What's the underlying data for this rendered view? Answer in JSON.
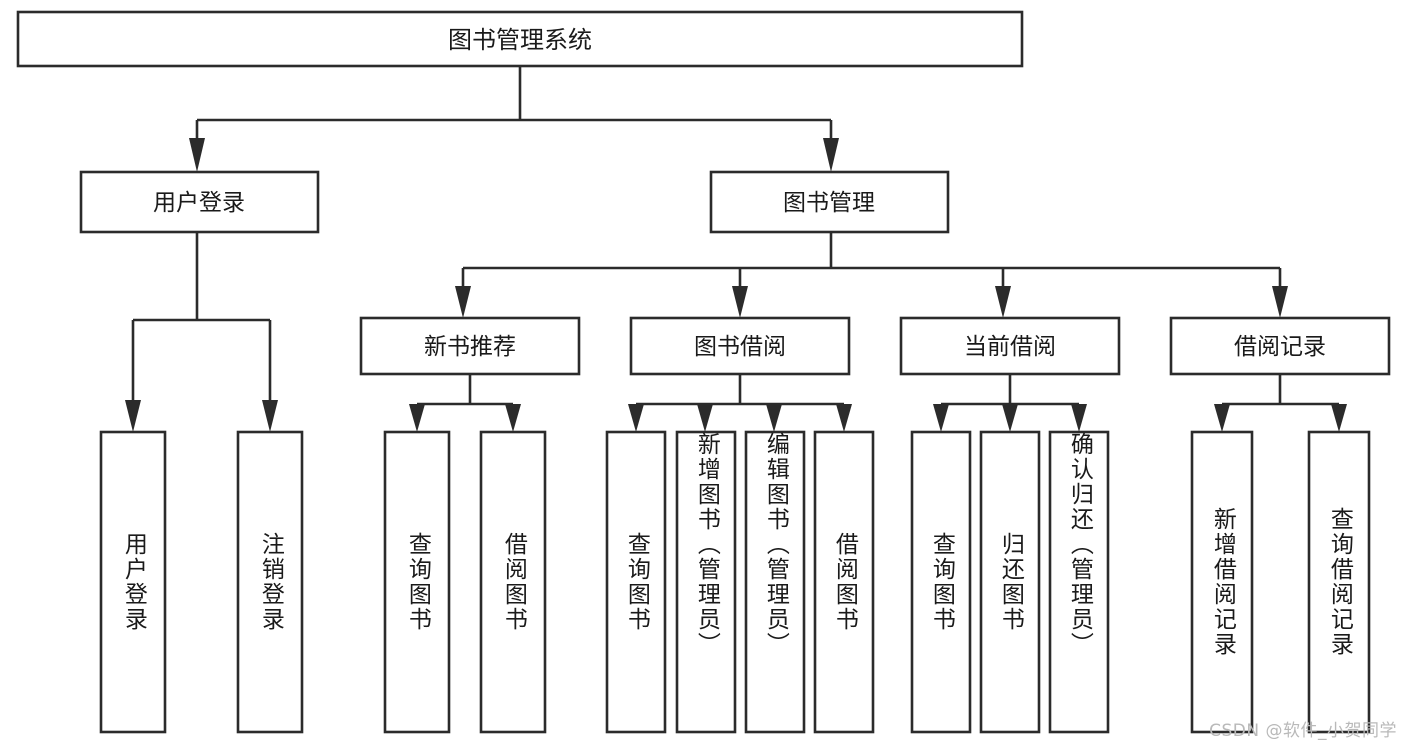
{
  "diagram": {
    "type": "tree-hierarchy-chart",
    "title_node": {
      "id": "root",
      "label": "图书管理系统"
    },
    "level2": [
      {
        "id": "user-login",
        "label": "用户登录"
      },
      {
        "id": "book-management",
        "label": "图书管理"
      }
    ],
    "level3": [
      {
        "id": "new-book-recommend",
        "label": "新书推荐",
        "parent": "book-management"
      },
      {
        "id": "book-borrow",
        "label": "图书借阅",
        "parent": "book-management"
      },
      {
        "id": "current-borrow",
        "label": "当前借阅",
        "parent": "book-management"
      },
      {
        "id": "borrow-record",
        "label": "借阅记录",
        "parent": "book-management"
      }
    ],
    "leaves": [
      {
        "id": "leaf-user-login",
        "label": "用户登录",
        "parent": "user-login"
      },
      {
        "id": "leaf-logout-login",
        "label": "注销登录",
        "parent": "user-login"
      },
      {
        "id": "leaf-query-book-1",
        "label": "查询图书",
        "parent": "new-book-recommend"
      },
      {
        "id": "leaf-borrow-book-1",
        "label": "借阅图书",
        "parent": "new-book-recommend"
      },
      {
        "id": "leaf-query-book-2",
        "label": "查询图书",
        "parent": "book-borrow"
      },
      {
        "id": "leaf-add-book",
        "label": "新增图书（管理员）",
        "parent": "book-borrow"
      },
      {
        "id": "leaf-edit-book",
        "label": "编辑图书（管理员）",
        "parent": "book-borrow"
      },
      {
        "id": "leaf-borrow-book-2",
        "label": "借阅图书",
        "parent": "book-borrow"
      },
      {
        "id": "leaf-query-book-3",
        "label": "查询图书",
        "parent": "current-borrow"
      },
      {
        "id": "leaf-return-book",
        "label": "归还图书",
        "parent": "current-borrow"
      },
      {
        "id": "leaf-confirm-return",
        "label": "确认归还（管理员）",
        "parent": "current-borrow"
      },
      {
        "id": "leaf-add-record",
        "label": "新增借阅记录",
        "parent": "borrow-record"
      },
      {
        "id": "leaf-query-record",
        "label": "查询借阅记录",
        "parent": "borrow-record"
      }
    ],
    "colors": {
      "box_stroke": "#2b2b2b",
      "box_fill": "#ffffff",
      "connector": "#2b2b2b",
      "text": "#1a1a1a",
      "background": "#ffffff",
      "watermark": "#b9b9b9"
    }
  },
  "watermark": {
    "text": "CSDN @软件_小贺同学"
  }
}
